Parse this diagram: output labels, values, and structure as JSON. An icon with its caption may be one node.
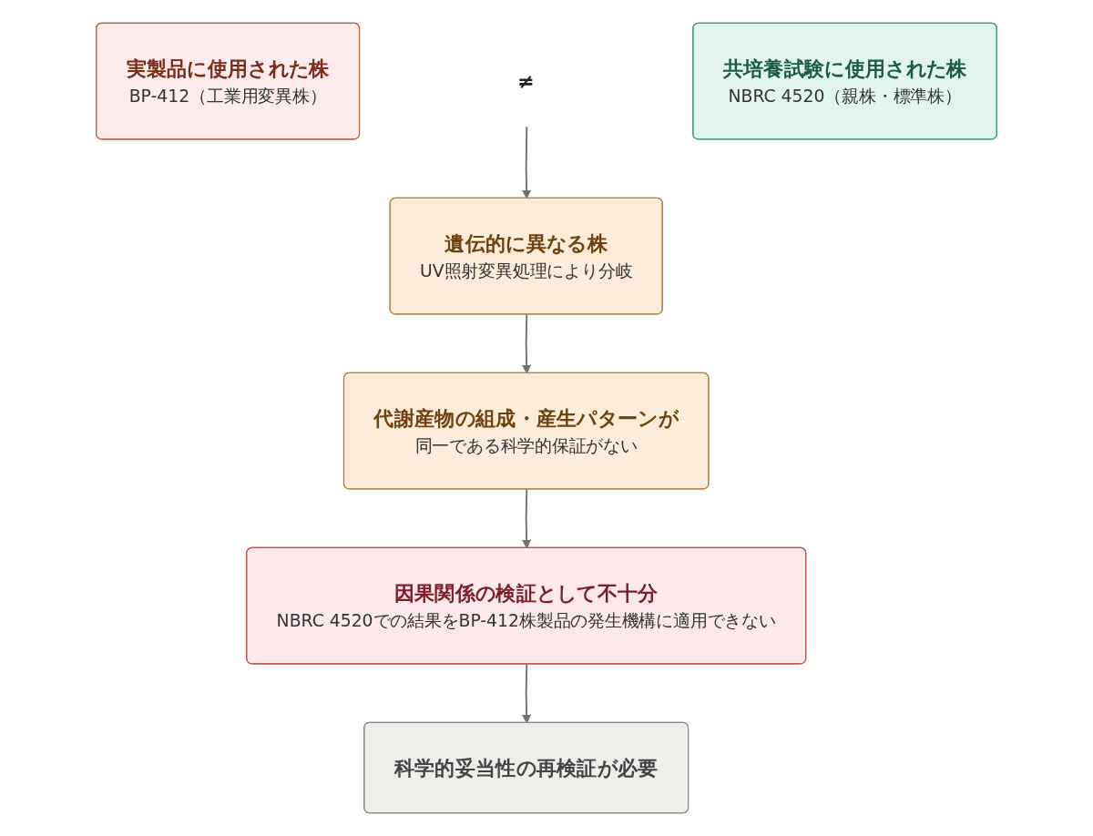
{
  "diagram": {
    "nodes": [
      {
        "text": [
          "実製品に使用された株",
          "BP-412（工業用変異株）"
        ]
      },
      {
        "text": [
          "≠"
        ]
      },
      {
        "text": [
          "共培養試験に使用された株",
          "NBRC 4520（親株・標準株）"
        ]
      },
      {
        "text": [
          "遺伝的に異なる株",
          "UV照射変異処理により分岐"
        ]
      },
      {
        "text": [
          "代謝産物の組成・産生パターンが",
          "同一である科学的保証がない"
        ]
      },
      {
        "text": [
          "因果関係の検証として不十分",
          "NBRC 4520での結果をBP-412株製品の発生機構に適用できない"
        ]
      },
      {
        "text": [
          "科学的妥当性の再検証が必要"
        ]
      }
    ],
    "edges": [
      {
        "from": 1,
        "to": 3,
        "arrow": "to"
      },
      {
        "from": 3,
        "to": 4,
        "arrow": "to"
      },
      {
        "from": 4,
        "to": 5,
        "arrow": "to"
      },
      {
        "from": 5,
        "to": 6,
        "arrow": "to"
      }
    ]
  }
}
